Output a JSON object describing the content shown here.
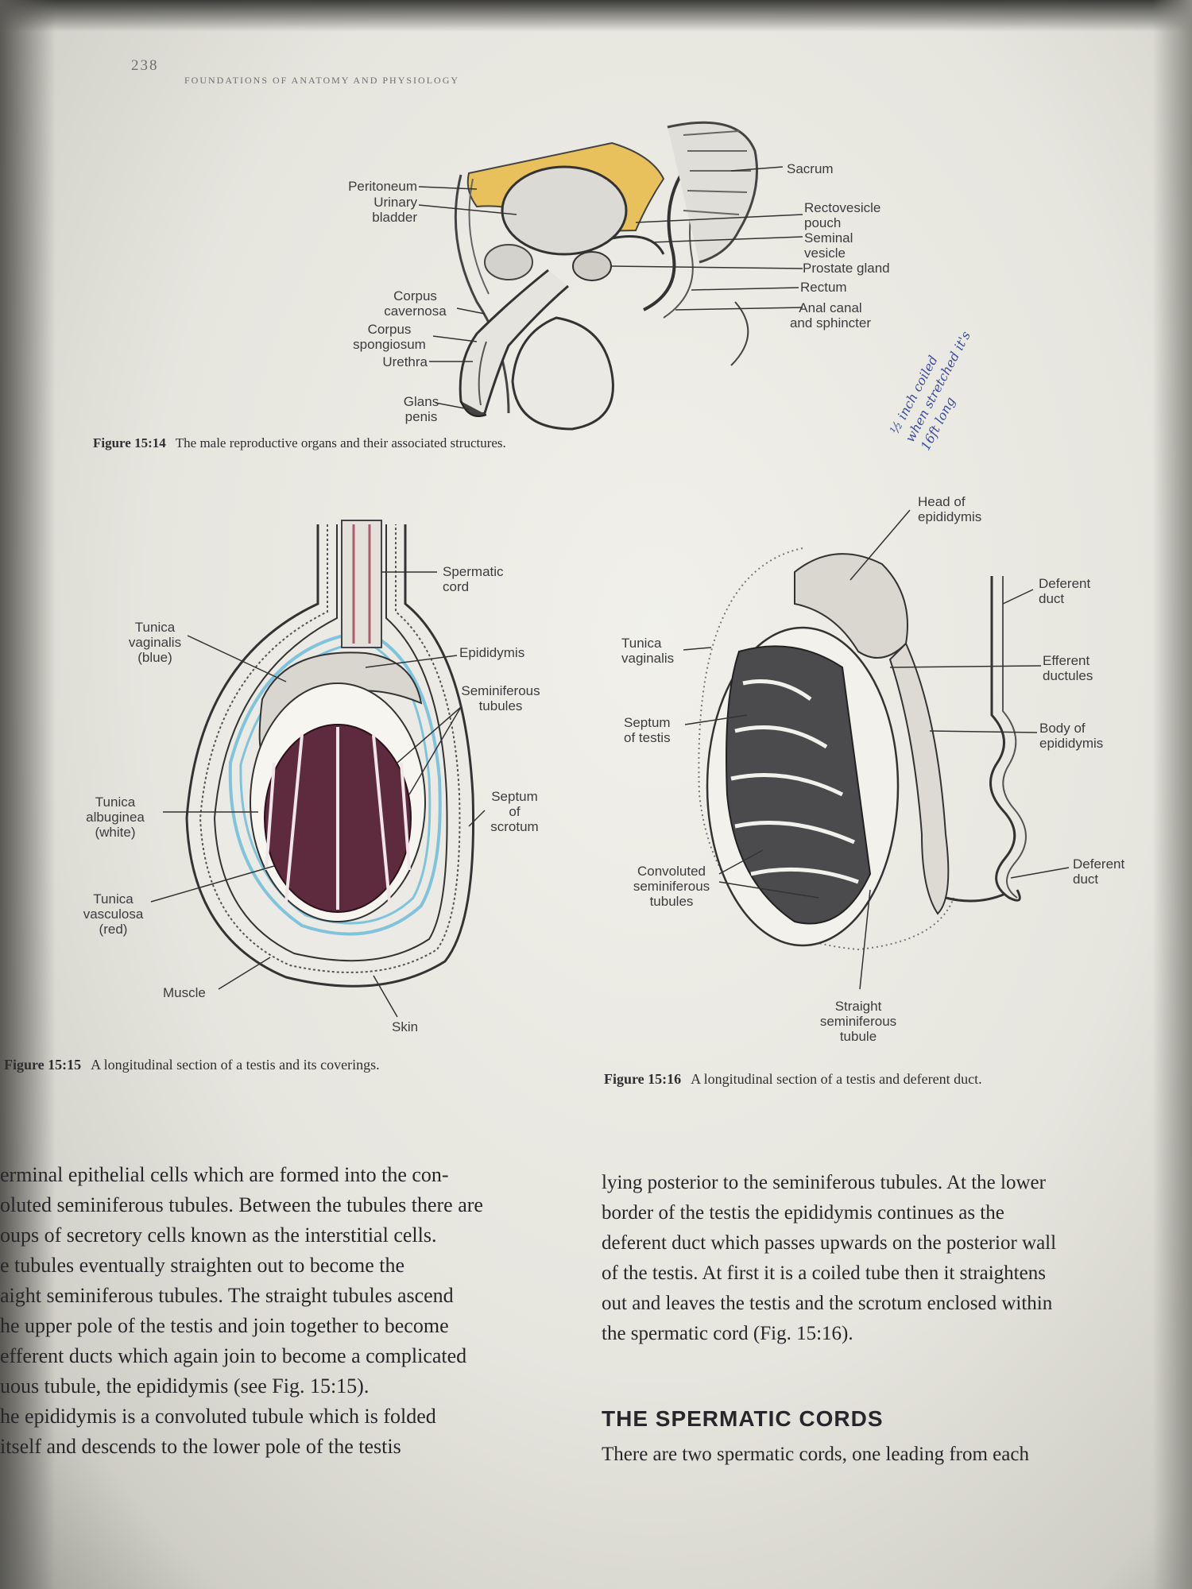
{
  "header": {
    "page_number": "238",
    "running_title": "FOUNDATIONS OF ANATOMY AND PHYSIOLOGY"
  },
  "fig14": {
    "labels": {
      "peritoneum": "Peritoneum",
      "urinary_bladder": "Urinary\nbladder",
      "corpus_cavernosa": "Corpus\ncavernosa",
      "corpus_spongiosum": "Corpus\nspongiosum",
      "urethra": "Urethra",
      "glans_penis": "Glans\npenis",
      "sacrum": "Sacrum",
      "rectovesicle_pouch": "Rectovesicle\npouch",
      "seminal_vesicle": "Seminal\nvesicle",
      "prostate_gland": "Prostate gland",
      "rectum": "Rectum",
      "anal_canal": "Anal canal\nand sphincter"
    },
    "caption_num": "Figure 15:14",
    "caption_text": "The male reproductive organs and their associated structures."
  },
  "fig15": {
    "labels": {
      "spermatic_cord": "Spermatic\ncord",
      "tunica_vaginalis": "Tunica\nvaginalis\n(blue)",
      "epididymis": "Epididymis",
      "seminiferous_tubules": "Seminiferous\ntubules",
      "septum_scrotum": "Septum\nof\nscrotum",
      "tunica_albuginea": "Tunica\nalbuginea\n(white)",
      "tunica_vasculosa": "Tunica\nvasculosa\n(red)",
      "muscle": "Muscle",
      "skin": "Skin"
    },
    "caption_num": "Figure 15:15",
    "caption_text": "A longitudinal section of a testis and its coverings."
  },
  "fig16": {
    "labels": {
      "head_epididymis": "Head of\nepididymis",
      "deferent_duct_top": "Deferent\nduct",
      "tunica_vaginalis": "Tunica\nvaginalis",
      "efferent_ductules": "Efferent\nductules",
      "septum_testis": "Septum\nof testis",
      "body_epididymis": "Body of\nepididymis",
      "convoluted": "Convoluted\nseminiferous\ntubules",
      "deferent_duct_bottom": "Deferent\nduct",
      "straight": "Straight\nseminiferous\ntubule"
    },
    "caption_num": "Figure 15:16",
    "caption_text": "A longitudinal section of a testis and deferent duct."
  },
  "annotation": {
    "handwritten": "½ inch coiled\nwhen stretched it's\n16ft long"
  },
  "left_column": [
    "erminal epithelial cells which are formed into the con-",
    "oluted seminiferous tubules. Between the tubules there are",
    "oups of secretory cells known as the interstitial cells.",
    "e tubules eventually straighten out to become the",
    "aight seminiferous tubules. The straight tubules ascend",
    "he upper pole of the testis and join together to become",
    "efferent ducts which again join to become a complicated",
    "uous tubule, the epididymis (see Fig. 15:15).",
    "he epididymis is a convoluted tubule which is folded",
    "itself and descends to the lower pole of the testis"
  ],
  "right_column": [
    "lying posterior to the seminiferous tubules. At the lower",
    "border of the testis the epididymis continues as the",
    "deferent duct which passes upwards on the posterior wall",
    "of the testis. At first it is a coiled tube then it straightens",
    "out and leaves the testis and the scrotum enclosed within",
    "the spermatic cord (Fig. 15:16)."
  ],
  "section_heading": "THE SPERMATIC CORDS",
  "section_text": "There are two spermatic cords, one leading from each",
  "colors": {
    "peritoneal_yellow": "#e8c05c",
    "tunica_blue": "#7fc4dc",
    "tubule_maroon": "#5e2a3e",
    "ink_gray": "#3c3c40"
  }
}
